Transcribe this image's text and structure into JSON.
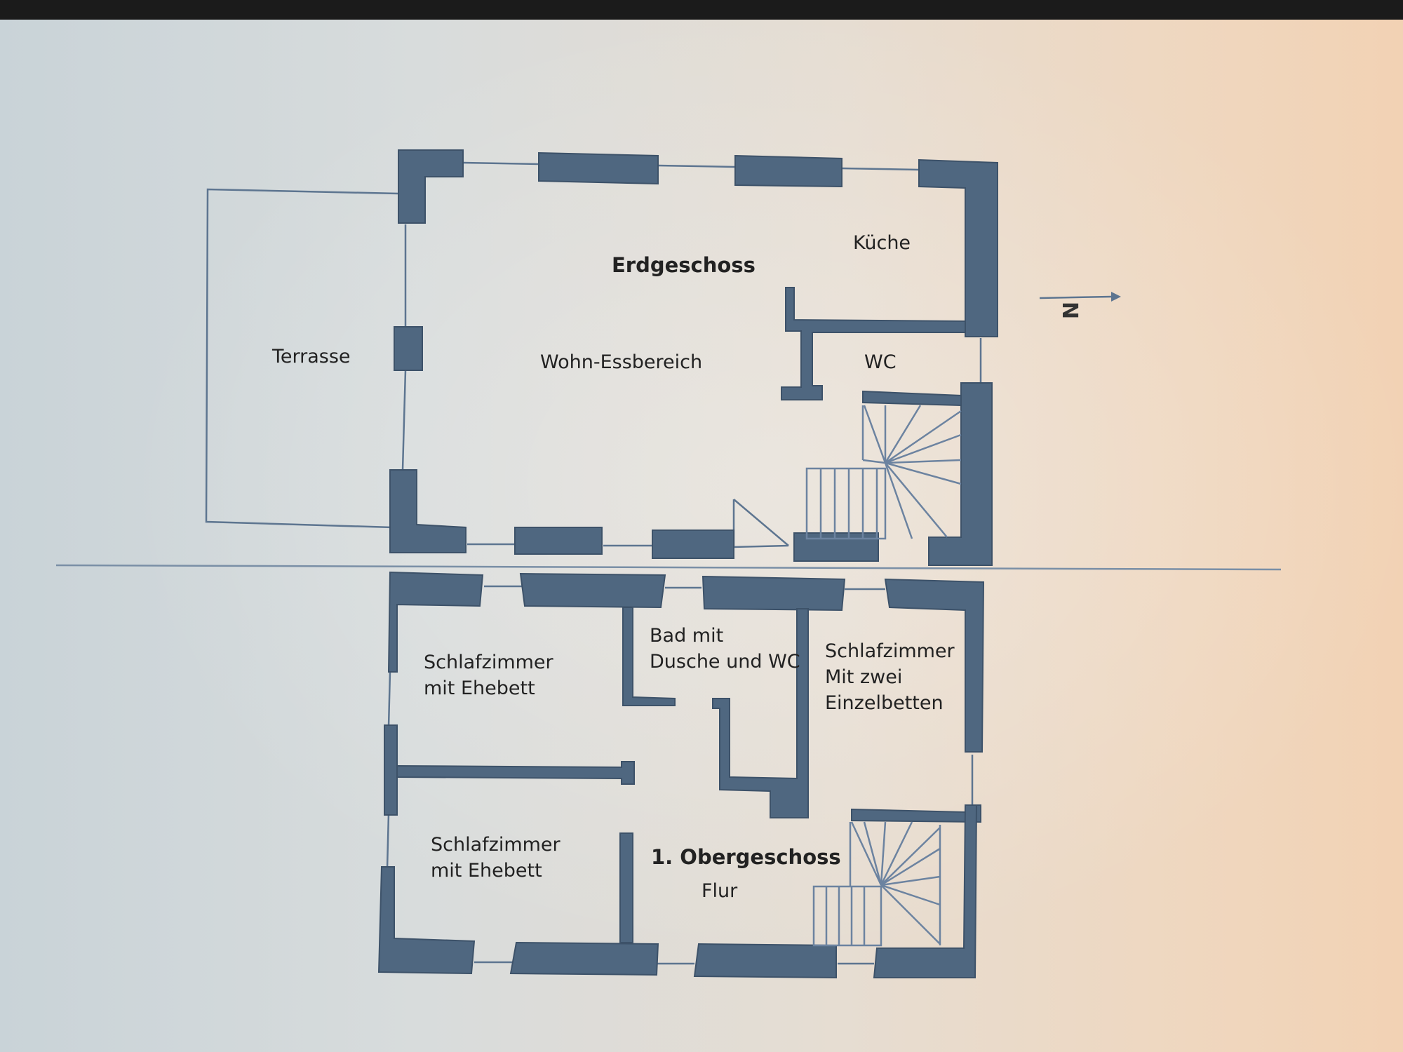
{
  "floors": {
    "ground": {
      "title": "Erdgeschoss",
      "rooms": {
        "terrace": "Terrasse",
        "living": "Wohn-Essbereich",
        "kitchen": "Küche",
        "wc": "WC"
      }
    },
    "upper": {
      "title": "1. Obergeschoss",
      "rooms": {
        "bedroom_1": "Schlafzimmer\nmit Ehebett",
        "bathroom": "Bad mit\nDusche und WC",
        "bedroom_3": "Schlafzimmer\nMit zwei\nEinzelbetten",
        "bedroom_2": "Schlafzimmer\nmit Ehebett",
        "hallway": "Flur"
      }
    }
  },
  "compass": {
    "label": "N",
    "icon": "north-arrow-icon"
  },
  "colors": {
    "wall": "#4f6780",
    "line": "#5d7590",
    "text": "#222222"
  }
}
